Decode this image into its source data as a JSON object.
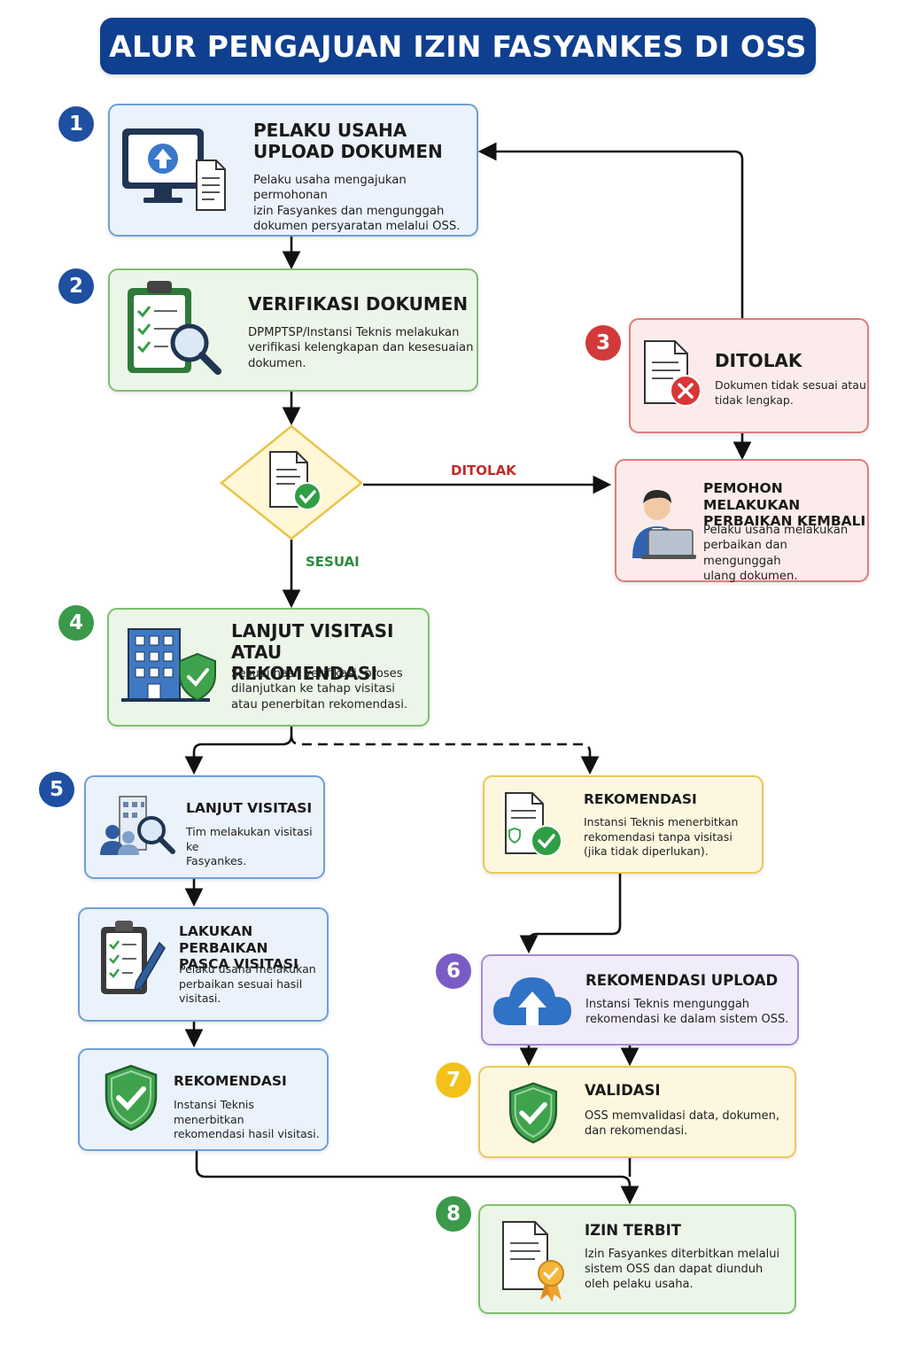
{
  "title": "ALUR PENGAJUAN IZIN FASYANKES DI OSS",
  "colors": {
    "navy": "#0f3f8f",
    "blue_badge": "#1e4fa0",
    "green_badge": "#3a9a4a",
    "red_badge": "#d23a3a",
    "purple_badge": "#7b5cc4",
    "yellow_badge": "#f2c21b",
    "rejected_text": "#c62828",
    "ok_text": "#2e8b3e"
  },
  "steps": {
    "s1": {
      "num": "1",
      "heading": "PELAKU USAHA\nUPLOAD DOKUMEN",
      "desc": "Pelaku usaha mengajukan permohonan\nizin Fasyankes dan mengunggah\ndokumen persyaratan melalui OSS."
    },
    "s2": {
      "num": "2",
      "heading": "VERIFIKASI DOKUMEN",
      "desc": "DPMPTSP/Instansi Teknis melakukan\nverifikasi kelengkapan dan kesesuaian\ndokumen."
    },
    "s3": {
      "num": "3",
      "heading": "DITOLAK",
      "desc": "Dokumen tidak sesuai atau\ntidak lengkap."
    },
    "repair": {
      "heading": "PEMOHON MELAKUKAN\nPERBAIKAN KEMBALI",
      "desc": "Pelaku usaha melakukan\nperbaikan dan mengunggah\nulang dokumen."
    },
    "s4": {
      "num": "4",
      "heading": "LANJUT VISITASI\nATAU REKOMENDASI",
      "desc": "Sesuai hasil verifikasi, proses\ndilanjutkan ke tahap visitasi\natau penerbitan rekomendasi."
    },
    "s5": {
      "num": "5",
      "heading": "LANJUT VISITASI",
      "desc": "Tim melakukan visitasi ke\nFasyankes."
    },
    "post_visit": {
      "heading": "LAKUKAN PERBAIKAN\nPASCA VISITASI",
      "desc": "Pelaku usaha melakukan\nperbaikan sesuai hasil\nvisitasi."
    },
    "rec_visit": {
      "heading": "REKOMENDASI",
      "desc": "Instansi Teknis menerbitkan\nrekomendasi hasil visitasi."
    },
    "rec_direct": {
      "heading": "REKOMENDASI",
      "desc": "Instansi Teknis menerbitkan\nrekomendasi tanpa visitasi\n(jika tidak diperlukan)."
    },
    "s6": {
      "num": "6",
      "heading": "REKOMENDASI UPLOAD",
      "desc": "Instansi Teknis mengunggah\nrekomendasi ke dalam sistem OSS."
    },
    "s7": {
      "num": "7",
      "heading": "VALIDASI",
      "desc": "OSS memvalidasi data, dokumen,\ndan rekomendasi."
    },
    "s8": {
      "num": "8",
      "heading": "IZIN TERBIT",
      "desc": "Izin Fasyankes diterbitkan melalui\nsistem OSS dan dapat diunduh\noleh pelaku usaha."
    }
  },
  "labels": {
    "rejected": "DITOLAK",
    "accepted": "SESUAI"
  },
  "icons": {
    "s1": "computer-upload-icon",
    "s2": "clipboard-checklist-magnifier-icon",
    "decision": "document-check-icon",
    "s3": "document-reject-icon",
    "repair": "person-laptop-icon",
    "s4": "building-shield-icon",
    "s5": "building-team-search-icon",
    "post_visit": "clipboard-pen-icon",
    "rec_visit": "shield-check-icon",
    "rec_direct": "document-shield-check-icon",
    "s6": "cloud-upload-icon",
    "s7": "shield-check-icon",
    "s8": "certificate-award-icon"
  }
}
